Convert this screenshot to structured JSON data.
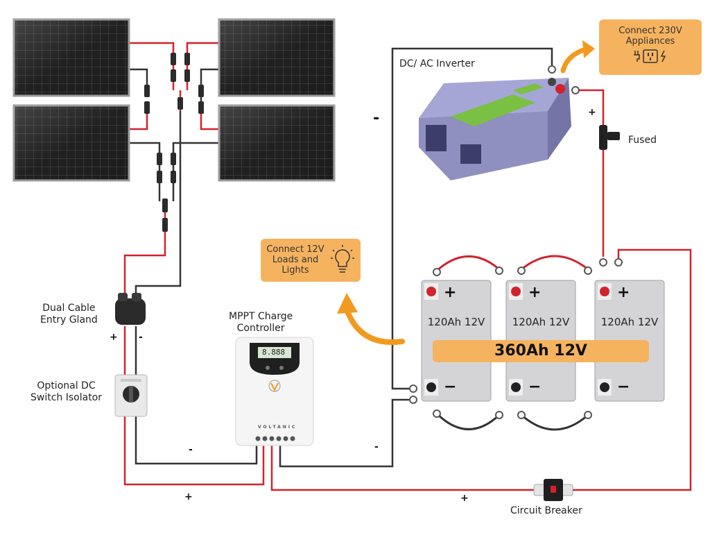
{
  "labels": {
    "inverter": "DC/ AC Inverter",
    "fused": "Fused",
    "gland": "Dual Cable\nEntry Gland",
    "isolator": "Optional DC\nSwitch Isolator",
    "controller": "MPPT Charge\nController",
    "breaker": "Circuit Breaker",
    "controller_brand": "VOLTANIC",
    "controller_display": "8.888"
  },
  "callouts": {
    "appliances": "Connect 230V\nAppliances",
    "loads": "Connect 12V\nLoads and\nLights"
  },
  "batteries": {
    "items": [
      {
        "label": "120Ah 12V"
      },
      {
        "label": "120Ah 12V"
      },
      {
        "label": "120Ah 12V"
      }
    ],
    "total": "360Ah 12V",
    "pos_symbol": "+",
    "neg_symbol": "−"
  },
  "signs": {
    "plus": "+",
    "minus": "-"
  },
  "colors": {
    "positive_wire": "#d3222a",
    "negative_wire": "#333333",
    "callout": "#f6b35f",
    "arrow": "#f29a1f",
    "battery_body": "#d4d4d6",
    "inverter_body": "#8f8fc0",
    "inverter_panel": "#7ac043"
  }
}
